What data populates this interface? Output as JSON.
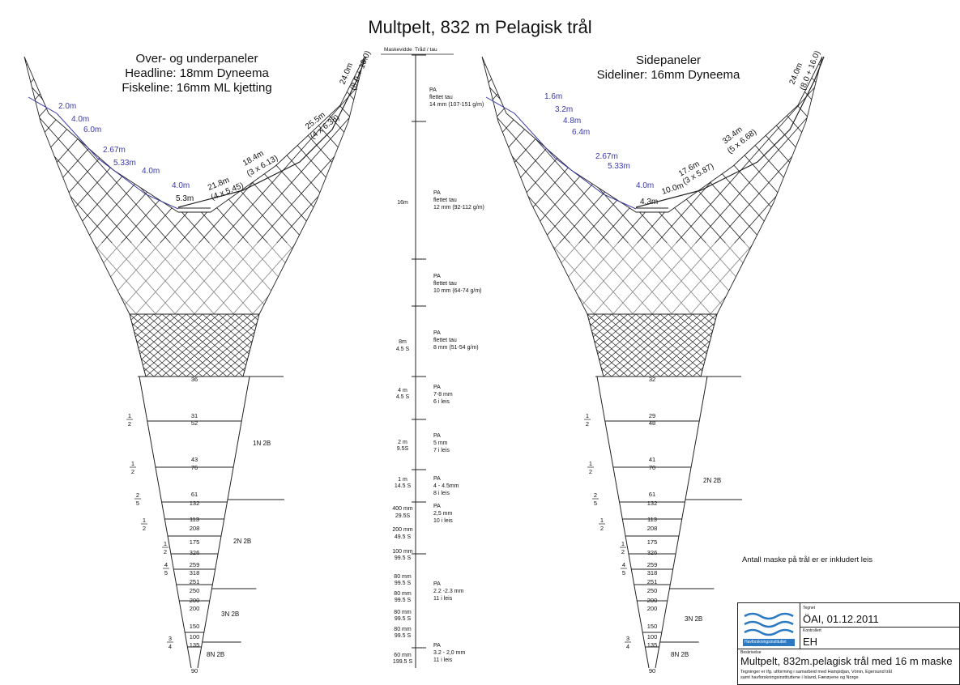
{
  "title": "Multpelt, 832 m Pelagisk trål",
  "left_panel": {
    "heading": [
      "Over- og underpaneler",
      "Headline: 18mm Dyneema",
      "Fiskeline: 16mm ML kjetting"
    ],
    "dims": [
      "2.0m",
      "4.0m",
      "6.0m",
      "2.67m",
      "5.33m",
      "4.0m",
      "4.0m",
      "5.3m",
      "21.8m",
      "(4 x 5.45)",
      "18.4m",
      "(3 x 6.13)",
      "25.5m",
      "(4 x 6.38)",
      "24.0m",
      "(8.0 + 16.0)"
    ],
    "section_labels": [
      "1N 2B",
      "2N 2B",
      "3N 2B",
      "8N 2B"
    ],
    "mesh_counts": [
      "36",
      "31",
      "52",
      "43",
      "76",
      "61",
      "132",
      "113",
      "208",
      "175",
      "326",
      "259",
      "318",
      "251",
      "250",
      "200",
      "200",
      "150",
      "100",
      "135",
      "90"
    ],
    "ratios": [
      [
        "1",
        "2"
      ],
      [
        "1",
        "2"
      ],
      [
        "2",
        "5"
      ],
      [
        "1",
        "2"
      ],
      [
        "1",
        "2"
      ],
      [
        "4",
        "5"
      ],
      [
        "3",
        "4"
      ]
    ]
  },
  "right_panel": {
    "heading": [
      "Sidepaneler",
      "Sideliner: 16mm Dyneema"
    ],
    "dims": [
      "1.6m",
      "3.2m",
      "4.8m",
      "6.4m",
      "2.67m",
      "5.33m",
      "4.0m",
      "4.3m",
      "10.0m",
      "17.6m",
      "(3 x 5.87)",
      "33.4m",
      "(5 x 6.68)",
      "24.0m",
      "(8.0 + 16.0)"
    ],
    "section_labels": [
      "2N 2B",
      "3N 2B",
      "8N 2B"
    ],
    "mesh_counts": [
      "32",
      "29",
      "48",
      "41",
      "70",
      "61",
      "132",
      "113",
      "208",
      "175",
      "326",
      "259",
      "318",
      "251",
      "250",
      "200",
      "200",
      "150",
      "100",
      "135",
      "90"
    ],
    "ratios": [
      [
        "1",
        "2"
      ],
      [
        "1",
        "2"
      ],
      [
        "2",
        "5"
      ],
      [
        "1",
        "2"
      ],
      [
        "1",
        "2"
      ],
      [
        "4",
        "5"
      ],
      [
        "3",
        "4"
      ]
    ]
  },
  "middle": {
    "header": [
      "Maskevidde",
      "Tråd / tau"
    ],
    "sizes": [
      [
        "16m"
      ],
      [
        "8m",
        "4.5 S"
      ],
      [
        "4 m",
        "4.5 S"
      ],
      [
        "2 m",
        "9.5S"
      ],
      [
        "1 m",
        "14.5 S"
      ],
      [
        "400 mm",
        "29.5S"
      ],
      [
        "200 mm",
        "49.5 S"
      ],
      [
        "100 mm",
        "99.5 S"
      ],
      [
        "80 mm",
        "99.5 S"
      ],
      [
        "80 mm",
        "99.5 S"
      ],
      [
        "80 mm",
        "99.5 S"
      ],
      [
        "80 mm",
        "99.5 S"
      ],
      [
        "60 mm",
        "199.5 S"
      ]
    ],
    "threads": [
      [
        "PA",
        "flettet tau",
        "14 mm (107-151 g/m)"
      ],
      [
        "PA",
        "flettet tau",
        "12 mm (92-112 g/m)"
      ],
      [
        "PA",
        "flettet tau",
        "10 mm (64-74 g/m)"
      ],
      [
        "PA",
        "flettet tau",
        "8 mm (51-54 g/m)"
      ],
      [
        "PA",
        "7-8 mm",
        "6 i leis"
      ],
      [
        "PA",
        "5 mm",
        "7 i leis"
      ],
      [
        "PA",
        "4 - 4.5mm",
        "8 i leis"
      ],
      [
        "PA",
        "2,5 mm",
        "10 i leis"
      ],
      [
        "PA",
        "2.2 -2.3 mm",
        "11 i leis"
      ],
      [
        "PA",
        "3.2 - 2,0 mm",
        "11 i leis"
      ]
    ]
  },
  "note": "Antall maske på trål er er inkludert leis",
  "title_block": {
    "logo_text": "Havforskningsinstituttet",
    "drawn_label": "Tegnet",
    "drawn_value": "ÖAI, 01.12.2011",
    "checked_label": "Kontrollert",
    "checked_value": "EH",
    "desc_label": "Beskrivelse",
    "description": "Multpelt, 832m.pelagisk trål med 16 m maske",
    "footnote": [
      "Tegninger er ifg. utforming i samarbeid med Hampidjan, Vónin, Egersund trål",
      "samt havforskningsinstituttene i Island, Færøyene og Norge"
    ]
  },
  "colors": {
    "blue": "#3a3aa8",
    "line": "#222222",
    "faded": "#9a9a9a"
  }
}
